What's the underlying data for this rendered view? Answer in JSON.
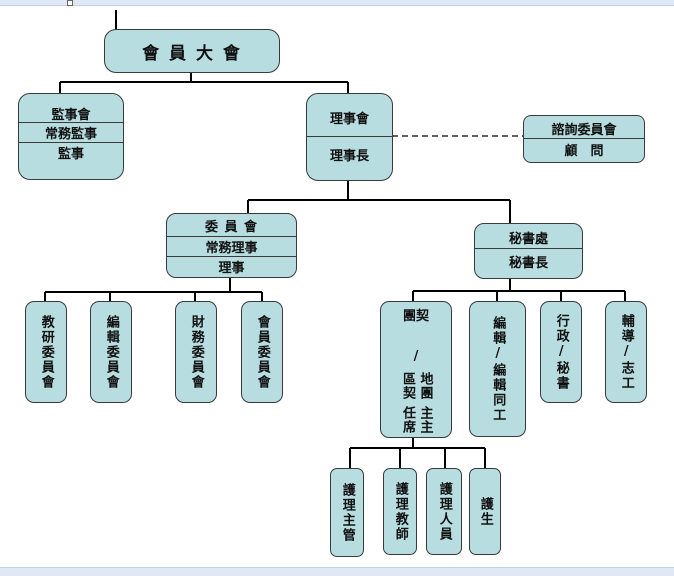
{
  "chart": {
    "top": {
      "label": "會 員 大 會"
    },
    "supervisors": {
      "title": "監事會",
      "chief": "常務監事",
      "member": "監事"
    },
    "board": {
      "title": "理事會",
      "chief": "理事長"
    },
    "advisor": {
      "title": "諮詢委員會",
      "role": "顧　問"
    },
    "committee": {
      "title": "委 員 會",
      "chief": "常務理事",
      "member": "理事"
    },
    "secretariat": {
      "title": "秘書處",
      "chief": "秘書長"
    },
    "committees": [
      {
        "label": "教研委員會"
      },
      {
        "label": "編輯委員會"
      },
      {
        "label": "財務委員會"
      },
      {
        "label": "會員委員會"
      }
    ],
    "regional": {
      "line1": "團契",
      "slash": "/",
      "line2": "地團區契",
      "line3": "主主任席"
    },
    "units": [
      {
        "label": "編輯/編輯同工"
      },
      {
        "label": "行政/秘書"
      },
      {
        "label": "輔導/志工"
      }
    ],
    "nursing": [
      {
        "label": "護理主管"
      },
      {
        "label": "護理教師"
      },
      {
        "label": "護理人員"
      },
      {
        "label": "護生"
      }
    ]
  }
}
